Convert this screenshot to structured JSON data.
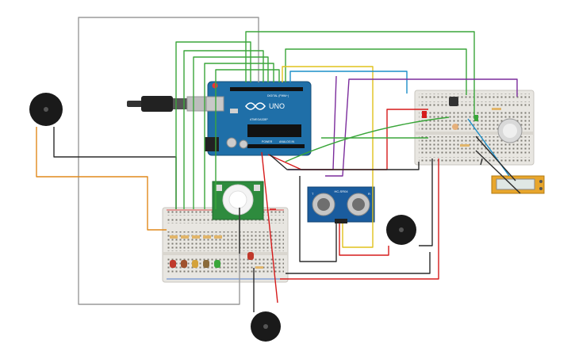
{
  "arduino": {
    "brand": "UNO",
    "digital_label": "DIGITAL (PWM~)",
    "analog_label": "ANALOG IN",
    "power_label": "POWER",
    "chip_label": "ATMEGA328P",
    "color": "#1f6fa8"
  },
  "ultrasonic": {
    "title": "HC-SR04",
    "left_label": "T",
    "right_label": "R"
  },
  "lcd": {
    "text": ""
  },
  "colors": {
    "wire_black": "#2b2b2b",
    "wire_red": "#d61b1b",
    "wire_green": "#3aa63a",
    "wire_orange": "#e0891c",
    "wire_yellow": "#e0c21c",
    "wire_purple": "#7b2c9c",
    "wire_blue": "#1c8fc9",
    "wire_gray": "#9a9a9a",
    "breadboard": "#e8e6e1",
    "pcb_blue": "#1a5c9e",
    "pir_green": "#2e8b3e"
  }
}
